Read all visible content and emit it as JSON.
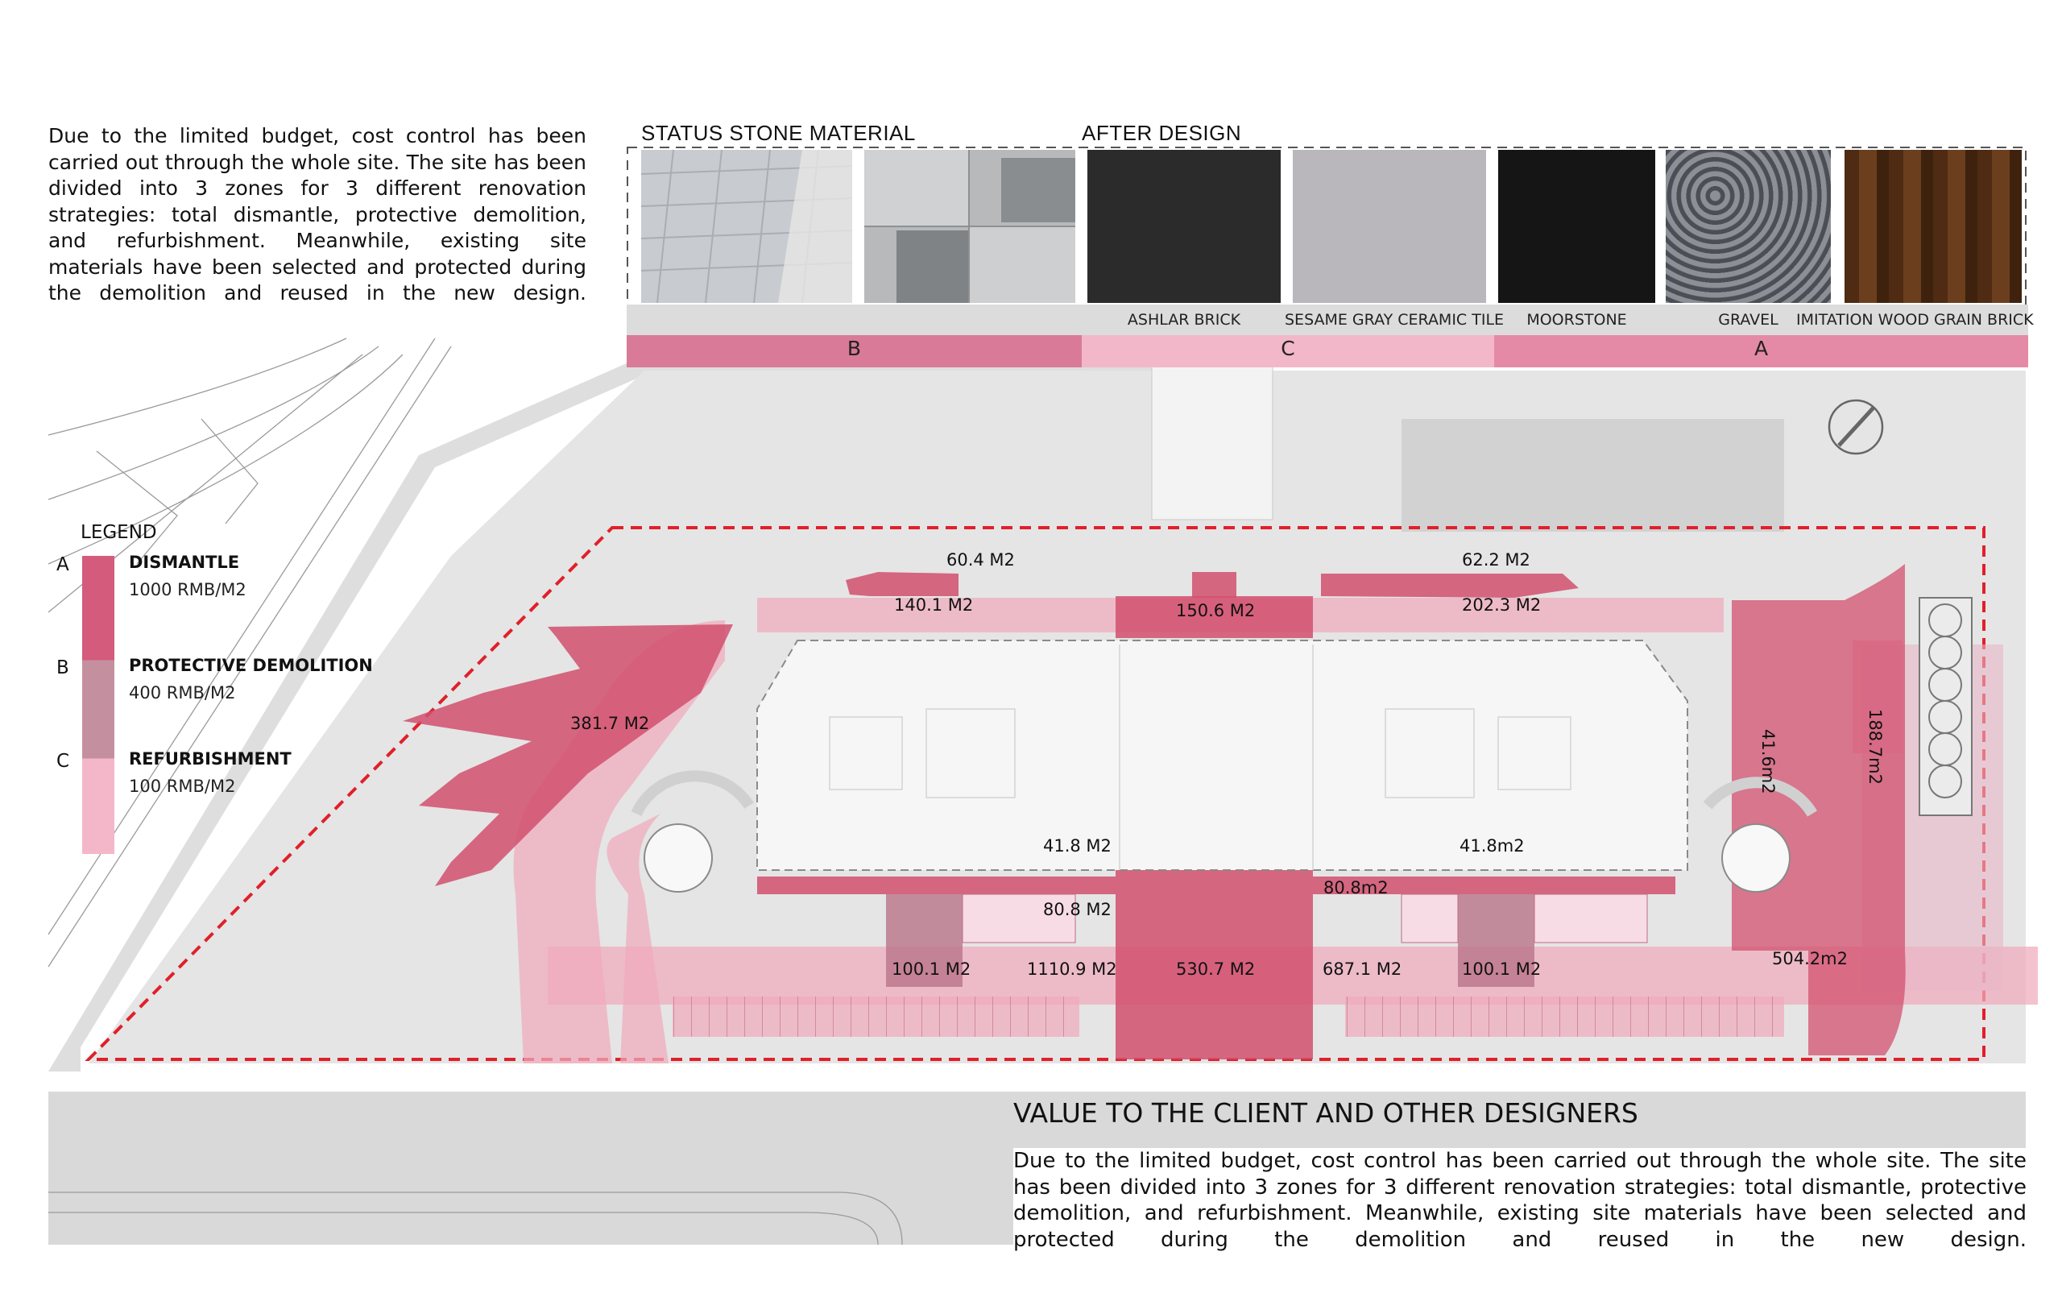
{
  "intro_text": "Due to the limited budget, cost control has been carried out through the whole site. The site has been divided into 3 zones for 3 different renovation strategies: total dismantle, protective demolition, and refurbishment.    Meanwhile, existing site materials have been selected and protected during the demolition and reused in the new design.",
  "materials": {
    "status_header": "STATUS STONE MATERIAL",
    "after_header": "AFTER DESIGN",
    "swatches": [
      {
        "label": "ASHLAR BRICK",
        "color": "#2b2b2b"
      },
      {
        "label": "SESAME GRAY CERAMIC TILE",
        "color": "#b9b6bc"
      },
      {
        "label": "MOORSTONE",
        "color": "#151515"
      },
      {
        "label": "GRAVEL",
        "color": "#6f7378"
      },
      {
        "label": "IMITATION WOOD GRAIN BRICK",
        "color": "#5a3417"
      }
    ],
    "zones": [
      {
        "label": "B",
        "color": "#d97a98"
      },
      {
        "label": "C",
        "color": "#f2b7c8"
      },
      {
        "label": "A",
        "color": "#e58aa6"
      }
    ]
  },
  "legend": {
    "title": "LEGEND",
    "items": [
      {
        "letter": "A",
        "name": "DISMANTLE",
        "price": "1000 RMB/M2",
        "color": "#d45b7c"
      },
      {
        "letter": "B",
        "name": "PROTECTIVE DEMOLITION",
        "price": "400 RMB/M2",
        "color": "#c4909f"
      },
      {
        "letter": "C",
        "name": "REFURBISHMENT",
        "price": "100 RMB/M2",
        "color": "#f4b6c9"
      }
    ]
  },
  "areas": {
    "a1": "60.4 M2",
    "a2": "62.2 M2",
    "a3": "140.1 M2",
    "a4": "150.6 M2",
    "a5": "202.3 M2",
    "a6": "381.7 M2",
    "a7": "41.6m2",
    "a8": "188.7m2",
    "a9": "41.8 M2",
    "a10": "41.8m2",
    "a11": "80.8m2",
    "a12": "80.8 M2",
    "a13": "100.1 M2",
    "a14": "1110.9 M2",
    "a15": "530.7 M2",
    "a16": "687.1 M2",
    "a17": "100.1 M2",
    "a18": "504.2m2"
  },
  "value_section": {
    "title": "VALUE TO THE CLIENT AND OTHER DESIGNERS",
    "text": "Due to the limited budget, cost control has been carried out through the whole site. The site has been divided into 3 zones for 3 different renovation strategies: total dismantle, protective demolition, and refurbishment.    Meanwhile, existing site materials have been selected and protected during the demolition and reused in the new design."
  }
}
